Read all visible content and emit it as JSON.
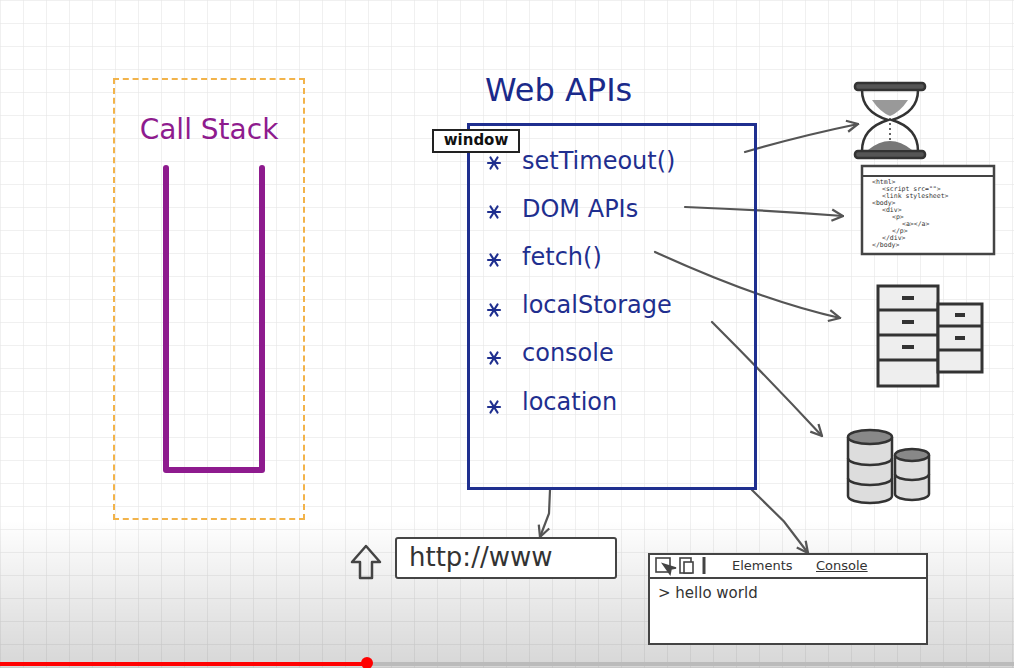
{
  "diagram": {
    "nodes": [
      {
        "text": [
          "Call Stack"
        ]
      },
      {
        "text": [
          "Web APIs",
          "setTimeout()",
          "DOM APIs",
          "fetch()",
          "localStorage",
          "console",
          "location"
        ]
      },
      {
        "text": [
          "window"
        ],
        "in": 1
      },
      {
        "text": [
          "http://www"
        ]
      },
      {
        "text": [
          "Elements",
          "Console",
          "> hello world"
        ]
      }
    ],
    "edges": [
      {
        "from": 1,
        "to": 3,
        "arrow": "to"
      },
      {
        "from": 1,
        "to": 4,
        "arrow": "to"
      }
    ],
    "labels": [
      "<html>",
      "<script src=\"\">",
      "<link stylesheet>",
      "<body>",
      "<div>",
      "<p>",
      "<a></a>",
      "</p>",
      "</div>",
      "</body>"
    ]
  }
}
